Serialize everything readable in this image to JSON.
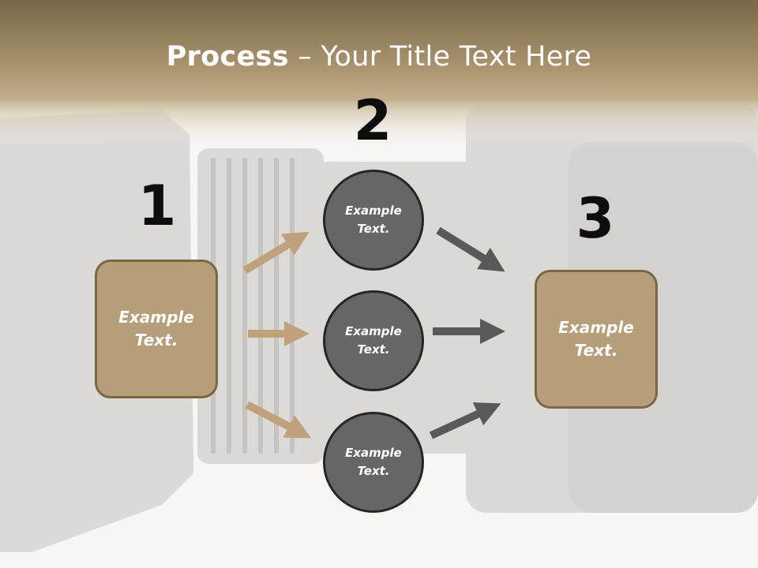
{
  "header": {
    "title_bold": "Process",
    "title_rest": " – Your Title Text Here"
  },
  "steps": {
    "one": {
      "number": "1",
      "box_text": "Example\nText."
    },
    "two": {
      "number": "2",
      "circles": [
        "Example\nText.",
        "Example\nText.",
        "Example\nText."
      ]
    },
    "three": {
      "number": "3",
      "box_text": "Example\nText."
    }
  },
  "colors": {
    "header_band_top": "#7a6648",
    "header_band_bottom": "#b09a74",
    "box_fill": "#b59e79",
    "box_border": "#7c6745",
    "circle_fill": "#666666",
    "circle_border": "#262626",
    "arrow_tan": "#bfa27c",
    "arrow_gray": "#595959"
  }
}
